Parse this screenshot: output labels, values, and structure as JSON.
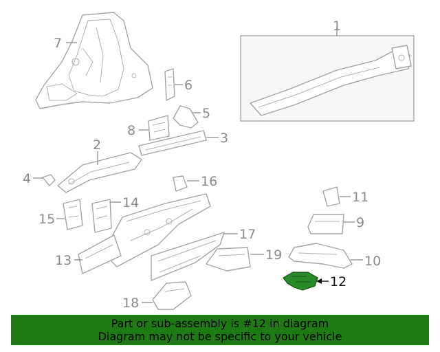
{
  "callouts": {
    "c1": "1",
    "c2": "2",
    "c3": "3",
    "c4": "4",
    "c5": "5",
    "c6": "6",
    "c7": "7",
    "c8": "8",
    "c9": "9",
    "c10": "10",
    "c11": "11",
    "c12": "12",
    "c13": "13",
    "c14": "14",
    "c15": "15",
    "c16": "16",
    "c17": "17",
    "c18": "18",
    "c19": "19"
  },
  "highlight": {
    "part_number": "12",
    "color": "#2a8a2a"
  },
  "banner": {
    "line1": "Part or sub-assembly is #12 in diagram",
    "line2": "Diagram may not be specific to your vehicle",
    "background": "#1e7a12"
  }
}
